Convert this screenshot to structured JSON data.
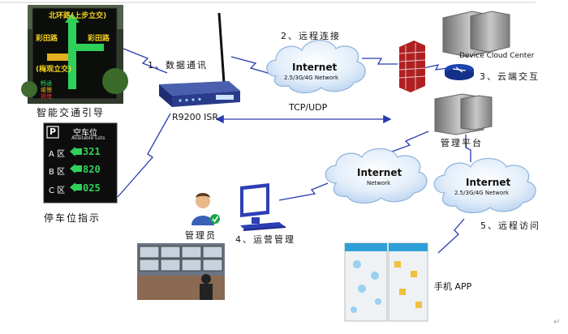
{
  "diagram": {
    "labels": {
      "smart_traffic": "智能交通引导",
      "parking": "停车位指示",
      "router": "R9200 ISR",
      "step1": "1、数据通讯",
      "step2": "2、远程连接",
      "step3": "3、云端交互",
      "step4": "4、运营管理",
      "step5": "5、远程访问",
      "tcp": "TCP/UDP",
      "platform": "管理平台",
      "admin": "管理员",
      "app": "手机 APP",
      "device_cloud": "Device Cloud Center"
    },
    "clouds": [
      {
        "title": "Internet",
        "sub": "2.5/3G/4G Network"
      },
      {
        "title": "Internet",
        "sub": "Network"
      },
      {
        "title": "Internet",
        "sub": "2.5/3G/4G Network"
      }
    ],
    "traffic_sign": {
      "top": "北环路(上步立交)",
      "left1": "彩田路",
      "left2": "(梅观立交)",
      "right": "彩田路",
      "legend1": "畅通",
      "legend2": "缓慢",
      "legend3": "拥堵"
    },
    "parking_sign": {
      "p": "P",
      "title": "空车位",
      "subtitle": "Available Lots",
      "rows": [
        {
          "zone": "A 区",
          "count": "321"
        },
        {
          "zone": "B 区",
          "count": "820"
        },
        {
          "zone": "C 区",
          "count": "025"
        }
      ]
    },
    "return_mark": "↵",
    "colors": {
      "line": "#2a3bb0",
      "cloud": "#d8e8f8",
      "firewall": "#b02020",
      "server": "#9a9a9a",
      "led_green": "#2fd05a"
    }
  }
}
